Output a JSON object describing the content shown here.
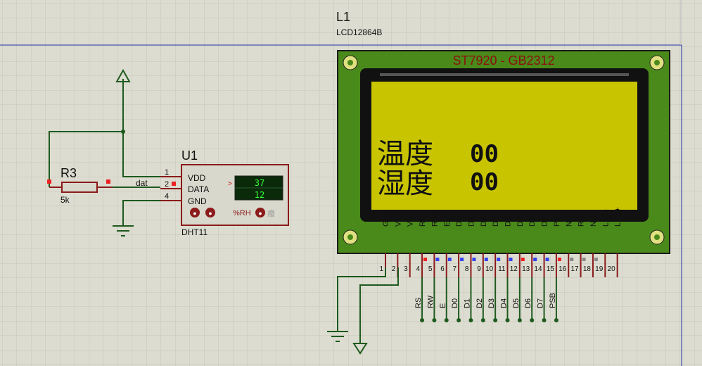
{
  "lcd": {
    "ref": "L1",
    "part": "LCD12864B",
    "controller": "ST7920 - GB2312",
    "line1_label": "温度",
    "line1_value": "00",
    "line2_label": "湿度",
    "line2_value": "00",
    "pin_names": [
      "GND",
      "VCC",
      "VO",
      "RS",
      "R/W",
      "E",
      "D0",
      "D1",
      "D2",
      "D3",
      "D4",
      "D5",
      "D6",
      "D7",
      "PSB",
      "NC1",
      "RST",
      "NC2",
      "LED-",
      "LED+"
    ],
    "pin_numbers": [
      "1",
      "2",
      "3",
      "4",
      "5",
      "6",
      "7",
      "8",
      "9",
      "10",
      "11",
      "12",
      "13",
      "14",
      "15",
      "16",
      "17",
      "18",
      "19",
      "20"
    ],
    "bus_labels": [
      "RS",
      "RW",
      "E",
      "D0",
      "D1",
      "D2",
      "D3",
      "D4",
      "D5",
      "D6",
      "D7",
      "PSB"
    ]
  },
  "sensor": {
    "ref": "U1",
    "part": "DHT11",
    "pin_vdd": "VDD",
    "pin_data": "DATA",
    "pin_gnd": "GND",
    "pin1": "1",
    "pin2": "2",
    "pin4": "4",
    "temp_readout": "37",
    "hum_readout": "12",
    "rh_label": "%RH",
    "arrow": ">",
    "pin_dot": "●",
    "temp_glyph": "癈"
  },
  "resistor": {
    "ref": "R3",
    "value": "5k"
  },
  "net_label": "dat",
  "colors": {
    "background": "#dcdcd0",
    "grid": "#c8c8bc",
    "wire": "#1e5a1e",
    "component": "#8b1a1a",
    "lcd_board": "#4a8a1a",
    "lcd_screen": "#c8c400",
    "readout_bg": "#0a2a0a",
    "readout_text": "#39ff39"
  }
}
